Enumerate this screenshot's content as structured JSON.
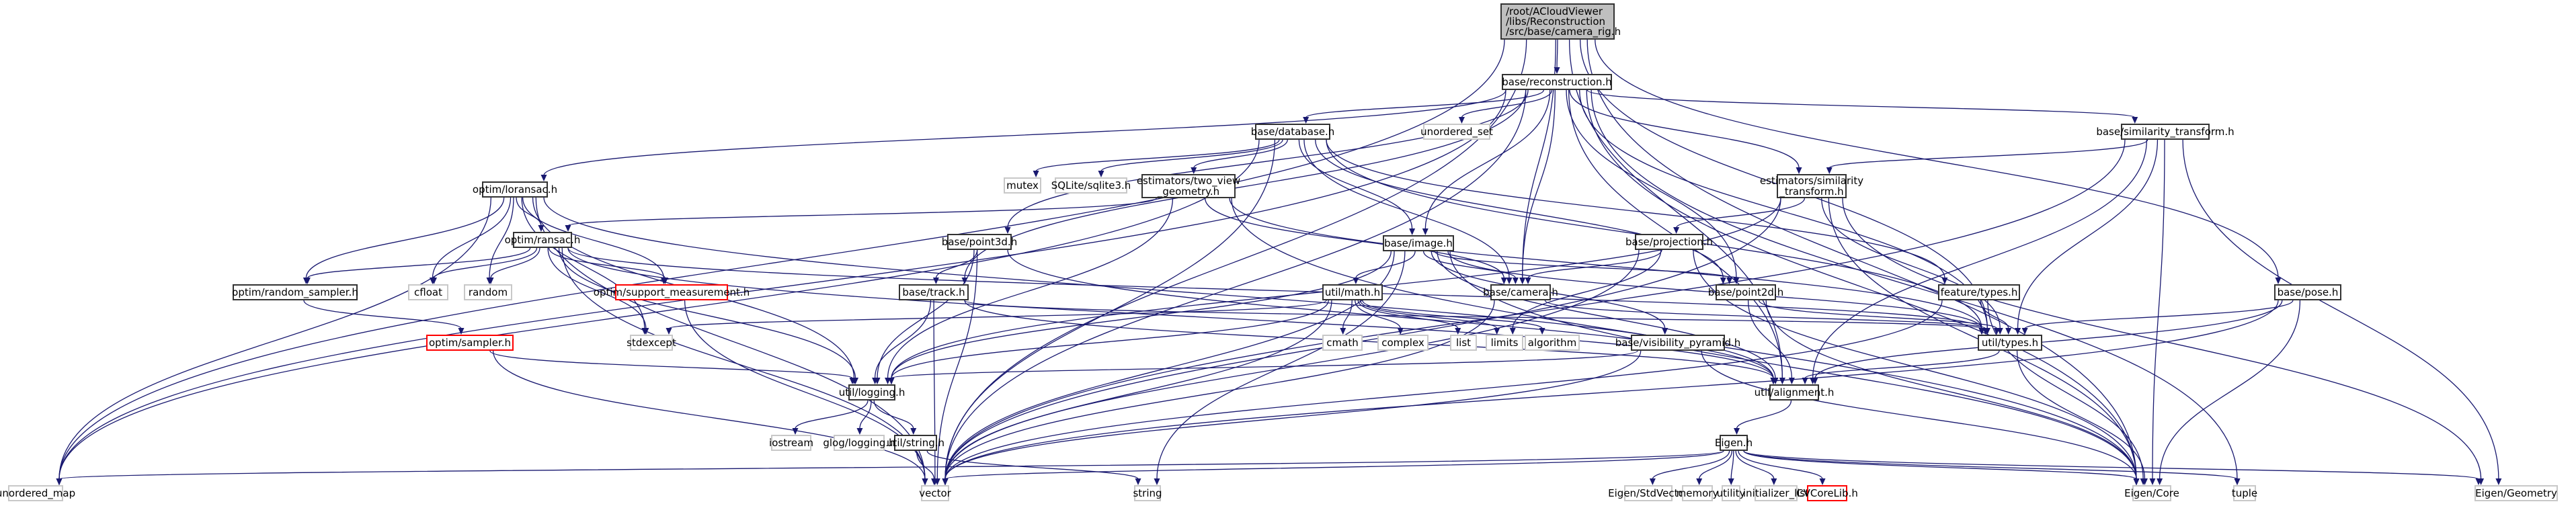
{
  "title": "/root/ACloudViewer/libs/Reconstruction/src/base/camera_rig.h",
  "colors": {
    "edge": "#191970",
    "node_border": "#333333",
    "system_border": "#c8c8c8",
    "missing_border": "#ff0000",
    "root_fill": "#bfbfbf"
  },
  "nodes": [
    {
      "id": "root",
      "label": "/root/ACloudViewer\n/libs/Reconstruction\n/src/base/camera_rig.h",
      "kind": "root"
    },
    {
      "id": "reconstruction",
      "label": "base/reconstruction.h",
      "kind": "local"
    },
    {
      "id": "database",
      "label": "base/database.h",
      "kind": "local"
    },
    {
      "id": "unordered_set",
      "label": "unordered_set",
      "kind": "system"
    },
    {
      "id": "sim_transform",
      "label": "base/similarity_transform.h",
      "kind": "local"
    },
    {
      "id": "loransac",
      "label": "optim/loransac.h",
      "kind": "local"
    },
    {
      "id": "mutex",
      "label": "mutex",
      "kind": "system"
    },
    {
      "id": "sqlite",
      "label": "SQLite/sqlite3.h",
      "kind": "system"
    },
    {
      "id": "two_view",
      "label": "estimators/two_view\n_geometry.h",
      "kind": "local"
    },
    {
      "id": "est_sim",
      "label": "estimators/similarity\n_transform.h",
      "kind": "local"
    },
    {
      "id": "ransac",
      "label": "optim/ransac.h",
      "kind": "local"
    },
    {
      "id": "point3d",
      "label": "base/point3d.h",
      "kind": "local"
    },
    {
      "id": "image",
      "label": "base/image.h",
      "kind": "local"
    },
    {
      "id": "projection",
      "label": "base/projection.h",
      "kind": "local"
    },
    {
      "id": "random_sampler",
      "label": "optim/random_sampler.h",
      "kind": "local"
    },
    {
      "id": "cfloat",
      "label": "cfloat",
      "kind": "system"
    },
    {
      "id": "random",
      "label": "random",
      "kind": "system"
    },
    {
      "id": "support_meas",
      "label": "optim/support_measurement.h",
      "kind": "missing"
    },
    {
      "id": "track",
      "label": "base/track.h",
      "kind": "local"
    },
    {
      "id": "camera",
      "label": "base/camera.h",
      "kind": "local"
    },
    {
      "id": "point2d",
      "label": "base/point2d.h",
      "kind": "local"
    },
    {
      "id": "feature_types",
      "label": "feature/types.h",
      "kind": "local"
    },
    {
      "id": "pose",
      "label": "base/pose.h",
      "kind": "local"
    },
    {
      "id": "util_math",
      "label": "util/math.h",
      "kind": "local"
    },
    {
      "id": "sampler",
      "label": "optim/sampler.h",
      "kind": "missing"
    },
    {
      "id": "stdexcept",
      "label": "stdexcept",
      "kind": "system"
    },
    {
      "id": "cmath",
      "label": "cmath",
      "kind": "system"
    },
    {
      "id": "complex",
      "label": "complex",
      "kind": "system"
    },
    {
      "id": "list",
      "label": "list",
      "kind": "system"
    },
    {
      "id": "limits",
      "label": "limits",
      "kind": "system"
    },
    {
      "id": "algorithm",
      "label": "algorithm",
      "kind": "system"
    },
    {
      "id": "vis_pyramid",
      "label": "base/visibility_pyramid.h",
      "kind": "local"
    },
    {
      "id": "util_types",
      "label": "util/types.h",
      "kind": "local"
    },
    {
      "id": "logging",
      "label": "util/logging.h",
      "kind": "local"
    },
    {
      "id": "alignment",
      "label": "util/alignment.h",
      "kind": "local"
    },
    {
      "id": "iostream",
      "label": "iostream",
      "kind": "system"
    },
    {
      "id": "glog",
      "label": "glog/logging.h",
      "kind": "system"
    },
    {
      "id": "util_string",
      "label": "util/string.h",
      "kind": "local"
    },
    {
      "id": "eigen_h",
      "label": "Eigen.h",
      "kind": "local"
    },
    {
      "id": "unordered_map",
      "label": "unordered_map",
      "kind": "system"
    },
    {
      "id": "vector",
      "label": "vector",
      "kind": "system"
    },
    {
      "id": "string",
      "label": "string",
      "kind": "system"
    },
    {
      "id": "eigen_stdvector",
      "label": "Eigen/StdVector",
      "kind": "system"
    },
    {
      "id": "memory",
      "label": "memory",
      "kind": "system"
    },
    {
      "id": "utility",
      "label": "utility",
      "kind": "system"
    },
    {
      "id": "init_list",
      "label": "initializer_list",
      "kind": "system"
    },
    {
      "id": "cvcorelib",
      "label": "CVCoreLib.h",
      "kind": "missing"
    },
    {
      "id": "eigen_core",
      "label": "Eigen/Core",
      "kind": "system"
    },
    {
      "id": "tuple",
      "label": "tuple",
      "kind": "system"
    },
    {
      "id": "eigen_geometry",
      "label": "Eigen/Geometry",
      "kind": "system"
    }
  ],
  "edges": [
    [
      "root",
      "reconstruction"
    ],
    [
      "root",
      "pose"
    ],
    [
      "root",
      "unordered_map"
    ],
    [
      "root",
      "vector"
    ],
    [
      "root",
      "util_types"
    ],
    [
      "root",
      "alignment"
    ],
    [
      "root",
      "camera"
    ],
    [
      "root",
      "eigen_core"
    ],
    [
      "reconstruction",
      "database"
    ],
    [
      "reconstruction",
      "unordered_set"
    ],
    [
      "reconstruction",
      "sim_transform"
    ],
    [
      "reconstruction",
      "loransac"
    ],
    [
      "reconstruction",
      "est_sim"
    ],
    [
      "reconstruction",
      "point3d"
    ],
    [
      "reconstruction",
      "image"
    ],
    [
      "reconstruction",
      "camera"
    ],
    [
      "reconstruction",
      "track"
    ],
    [
      "reconstruction",
      "point2d"
    ],
    [
      "reconstruction",
      "util_types"
    ],
    [
      "reconstruction",
      "alignment"
    ],
    [
      "reconstruction",
      "unordered_map"
    ],
    [
      "reconstruction",
      "vector"
    ],
    [
      "reconstruction",
      "tuple"
    ],
    [
      "reconstruction",
      "eigen_core"
    ],
    [
      "database",
      "mutex"
    ],
    [
      "database",
      "sqlite"
    ],
    [
      "database",
      "two_view"
    ],
    [
      "database",
      "image"
    ],
    [
      "database",
      "camera"
    ],
    [
      "database",
      "vector"
    ],
    [
      "database",
      "unordered_map"
    ],
    [
      "database",
      "util_types"
    ],
    [
      "database",
      "point2d"
    ],
    [
      "database",
      "feature_types"
    ],
    [
      "sim_transform",
      "est_sim"
    ],
    [
      "sim_transform",
      "util_types"
    ],
    [
      "sim_transform",
      "alignment"
    ],
    [
      "sim_transform",
      "eigen_core"
    ],
    [
      "sim_transform",
      "eigen_geometry"
    ],
    [
      "sim_transform",
      "vector"
    ],
    [
      "loransac",
      "ransac"
    ],
    [
      "loransac",
      "random_sampler"
    ],
    [
      "loransac",
      "support_meas"
    ],
    [
      "loransac",
      "cfloat"
    ],
    [
      "loransac",
      "random"
    ],
    [
      "loransac",
      "stdexcept"
    ],
    [
      "loransac",
      "logging"
    ],
    [
      "loransac",
      "vector"
    ],
    [
      "loransac",
      "alignment"
    ],
    [
      "loransac",
      "unordered_map"
    ],
    [
      "two_view",
      "camera"
    ],
    [
      "two_view",
      "logging"
    ],
    [
      "two_view",
      "ransac"
    ],
    [
      "two_view",
      "util_types"
    ],
    [
      "two_view",
      "eigen_core"
    ],
    [
      "est_sim",
      "projection"
    ],
    [
      "est_sim",
      "logging"
    ],
    [
      "est_sim",
      "util_types"
    ],
    [
      "est_sim",
      "vector"
    ],
    [
      "est_sim",
      "eigen_core"
    ],
    [
      "est_sim",
      "eigen_geometry"
    ],
    [
      "ransac",
      "random_sampler"
    ],
    [
      "ransac",
      "support_meas"
    ],
    [
      "ransac",
      "cfloat"
    ],
    [
      "ransac",
      "random"
    ],
    [
      "ransac",
      "stdexcept"
    ],
    [
      "ransac",
      "logging"
    ],
    [
      "ransac",
      "vector"
    ],
    [
      "ransac",
      "alignment"
    ],
    [
      "ransac",
      "util_types"
    ],
    [
      "point3d",
      "track"
    ],
    [
      "point3d",
      "logging"
    ],
    [
      "point3d",
      "vector"
    ],
    [
      "point3d",
      "alignment"
    ],
    [
      "image",
      "camera"
    ],
    [
      "image",
      "util_math"
    ],
    [
      "image",
      "point2d"
    ],
    [
      "image",
      "vis_pyramid"
    ],
    [
      "image",
      "logging"
    ],
    [
      "image",
      "util_types"
    ],
    [
      "image",
      "alignment"
    ],
    [
      "image",
      "vector"
    ],
    [
      "image",
      "string"
    ],
    [
      "image",
      "eigen_core"
    ],
    [
      "projection",
      "camera"
    ],
    [
      "projection",
      "limits"
    ],
    [
      "projection",
      "eigen_core"
    ],
    [
      "projection",
      "vector"
    ],
    [
      "random_sampler",
      "sampler"
    ],
    [
      "support_meas",
      "vector"
    ],
    [
      "track",
      "logging"
    ],
    [
      "track",
      "util_types"
    ],
    [
      "track",
      "vector"
    ],
    [
      "track",
      "alignment"
    ],
    [
      "camera",
      "vector"
    ],
    [
      "camera",
      "util_types"
    ],
    [
      "point2d",
      "util_types"
    ],
    [
      "point2d",
      "alignment"
    ],
    [
      "point2d",
      "eigen_core"
    ],
    [
      "feature_types",
      "util_types"
    ],
    [
      "feature_types",
      "vector"
    ],
    [
      "feature_types",
      "eigen_core"
    ],
    [
      "pose",
      "util_types"
    ],
    [
      "pose",
      "alignment"
    ],
    [
      "pose",
      "eigen_core"
    ],
    [
      "pose",
      "vector"
    ],
    [
      "util_math",
      "cmath"
    ],
    [
      "util_math",
      "complex"
    ],
    [
      "util_math",
      "list"
    ],
    [
      "util_math",
      "limits"
    ],
    [
      "util_math",
      "algorithm"
    ],
    [
      "util_math",
      "stdexcept"
    ],
    [
      "util_math",
      "logging"
    ],
    [
      "util_math",
      "vector"
    ],
    [
      "sampler",
      "logging"
    ],
    [
      "sampler",
      "vector"
    ],
    [
      "vis_pyramid",
      "logging"
    ],
    [
      "vis_pyramid",
      "vector"
    ],
    [
      "vis_pyramid",
      "eigen_core"
    ],
    [
      "util_types",
      "alignment"
    ],
    [
      "util_types",
      "eigen_core"
    ],
    [
      "logging",
      "iostream"
    ],
    [
      "logging",
      "glog"
    ],
    [
      "logging",
      "util_string"
    ],
    [
      "util_string",
      "vector"
    ],
    [
      "util_string",
      "string"
    ],
    [
      "alignment",
      "eigen_h"
    ],
    [
      "eigen_h",
      "eigen_stdvector"
    ],
    [
      "eigen_h",
      "memory"
    ],
    [
      "eigen_h",
      "utility"
    ],
    [
      "eigen_h",
      "init_list"
    ],
    [
      "eigen_h",
      "cvcorelib"
    ],
    [
      "eigen_h",
      "eigen_core"
    ],
    [
      "eigen_h",
      "eigen_geometry"
    ],
    [
      "eigen_h",
      "unordered_map"
    ],
    [
      "eigen_h",
      "vector"
    ],
    [
      "eigen_h",
      "tuple"
    ]
  ]
}
